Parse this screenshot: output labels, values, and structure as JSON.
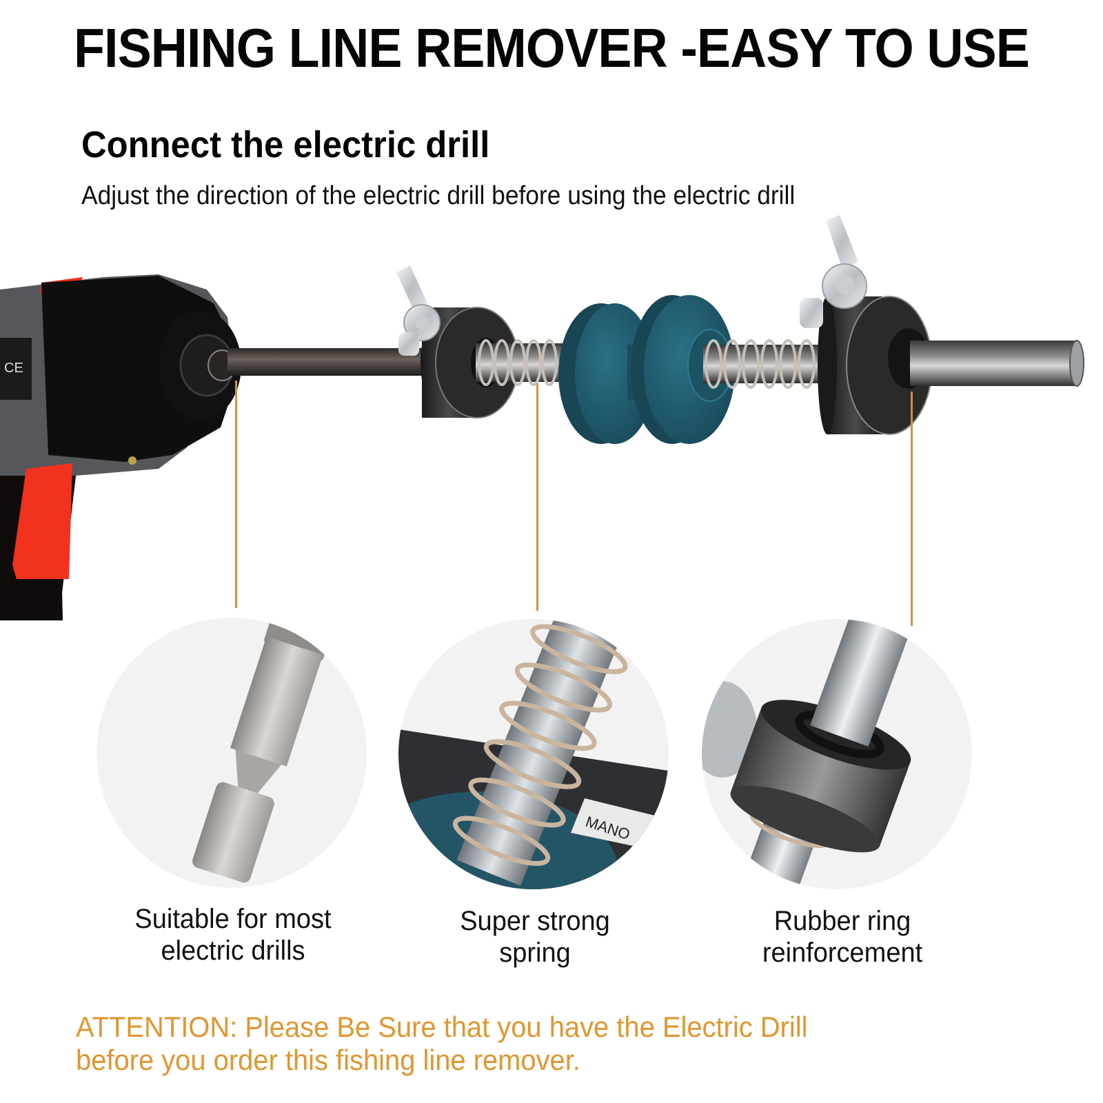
{
  "header": {
    "title": "FISHING LINE REMOVER -EASY TO USE",
    "subtitle": "Connect the electric drill",
    "description": "Adjust the direction of the electric drill before using the electric drill"
  },
  "product_image": {
    "drill_label_marks": "CE",
    "components": [
      "electric-drill",
      "hex-shank",
      "wing-nut",
      "collar",
      "spring",
      "teal-spool",
      "teal-spool",
      "spring",
      "wing-nut",
      "collar",
      "steel-rod"
    ]
  },
  "features": [
    {
      "label_line1": "Suitable for most",
      "label_line2": "electric drills",
      "detail": "hex-bit-shank"
    },
    {
      "label_line1": "Super strong",
      "label_line2": "spring",
      "detail": "spring-on-rod",
      "reel_text": "MANO"
    },
    {
      "label_line1": "Rubber ring",
      "label_line2": "reinforcement",
      "detail": "collar-with-o-ring"
    }
  ],
  "attention": {
    "line1": "ATTENTION: Please Be Sure that you have the Electric Drill",
    "line2": "before you order this fishing line remover."
  },
  "colors": {
    "accent_orange": "#e0962f",
    "callout_line": "#d58e43",
    "spool_teal": "#1f5a6a",
    "drill_red": "#f2311f",
    "drill_gray": "#55575b",
    "circle_bg": "#f2f2f2"
  }
}
